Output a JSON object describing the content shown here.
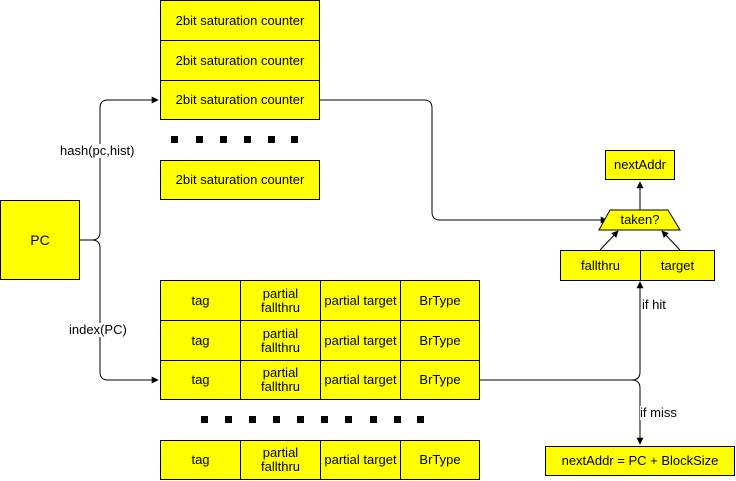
{
  "pc_label": "PC",
  "counter_label": "2bit saturation counter",
  "hash_label": "hash(pc,hist)",
  "index_label": "index(PC)",
  "btb_row": {
    "tag": "tag",
    "fallthru": "partial fallthru",
    "target": "partial target",
    "brtype": "BrType"
  },
  "next_addr_label": "nextAddr",
  "taken_label": "taken?",
  "fallthru_label": "fallthru",
  "target_label": "target",
  "if_hit_label": "if hit",
  "if_miss_label": "if miss",
  "miss_result_label": "nextAddr = PC + BlockSize",
  "colors": {
    "box_fill": "#ffff00",
    "stroke": "#000000"
  }
}
